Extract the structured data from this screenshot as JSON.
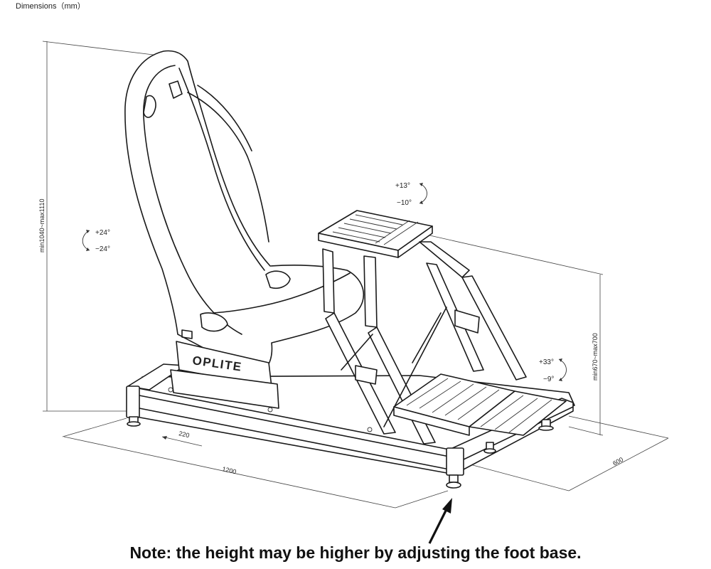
{
  "header": {
    "title": "Dimensions（mm）"
  },
  "dimensions": {
    "total_height": "min1040~max1110",
    "wheel_height": "min670~max700",
    "length": "1200",
    "width": "600",
    "slide": "220"
  },
  "angles": {
    "seat_up": "+24°",
    "seat_down": "−24°",
    "wheel_up": "+13°",
    "wheel_down": "−10°",
    "pedal_up": "+33°",
    "pedal_down": "−9°"
  },
  "brand": "OPLITE",
  "note": "Note: the height may be higher by adjusting the foot base."
}
